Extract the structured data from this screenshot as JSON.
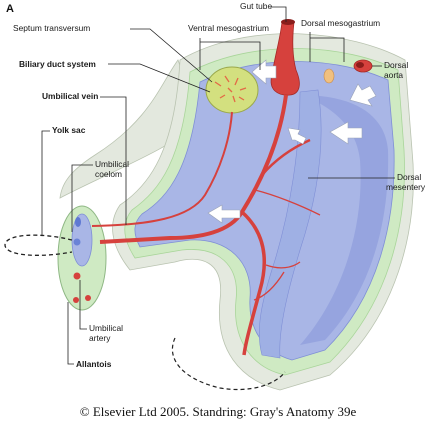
{
  "figure": {
    "panel_letter": "A",
    "credit": "© Elsevier Ltd 2005. Standring: Gray's Anatomy 39e"
  },
  "labels": {
    "gut_tube": "Gut tube",
    "septum_transversum": "Septum transversum",
    "ventral_mesogastrium": "Ventral mesogastrium",
    "dorsal_mesogastrium": "Dorsal mesogastrium",
    "dorsal_aorta_1": "Dorsal",
    "dorsal_aorta_2": "aorta",
    "biliary_duct_system": "Biliary duct system",
    "umbilical_vein": "Umbilical vein",
    "yolk_sac": "Yolk sac",
    "umbilical_coelom_1": "Umbilical",
    "umbilical_coelom_2": "coelom",
    "dorsal_mesentery_1": "Dorsal",
    "dorsal_mesentery_2": "mesentery",
    "umbilical_artery_1": "Umbilical",
    "umbilical_artery_2": "artery",
    "allantois": "Allantois"
  },
  "colors": {
    "cavity_blue": "#a9b6e6",
    "cavity_dark": "#7f8fd6",
    "tissue_green": "#cfeac3",
    "tissue_edge": "#a9d59a",
    "outer_grey": "#e3e8de",
    "vessel_red": "#d6413d",
    "liver_green": "#d3e07f",
    "arrow_white": "#ffffff"
  }
}
